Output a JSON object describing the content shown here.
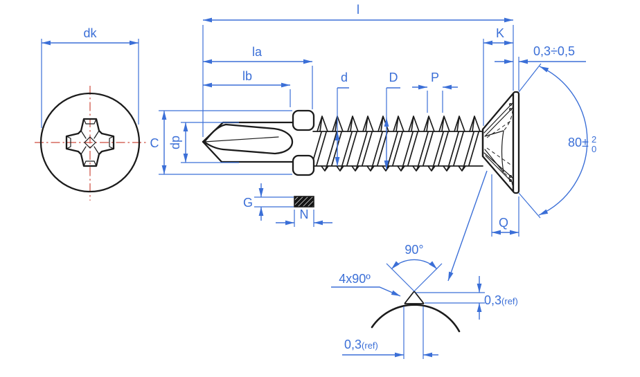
{
  "dimensions": {
    "head_diameter": "dk",
    "overall_length": "l",
    "point_length_with_wings": "la",
    "flute_length": "lb",
    "wing_span": "C",
    "drill_point_diameter": "dp",
    "minor_diameter": "d",
    "major_diameter": "D",
    "thread_pitch": "P",
    "head_height": "K",
    "nib_protrusion": "0,3÷0,5",
    "head_angle": {
      "base": "80±",
      "plus_tol": "2",
      "minus_tol": "0"
    },
    "wing_thickness": "G",
    "wing_width": "N",
    "head_face_depth": "Q"
  },
  "detail_view": {
    "tip_angle": "90°",
    "serration_spec": "4x90º",
    "height_ref": {
      "value": "0,3",
      "suffix": "(ref)"
    },
    "width_ref": {
      "value": "0,3",
      "suffix": "(ref)"
    }
  },
  "colors": {
    "dimension_blue": "#3b6fd7",
    "centerline_red": "#cd4a3c",
    "outline_black": "#1b1b1b",
    "background": "#ffffff"
  }
}
